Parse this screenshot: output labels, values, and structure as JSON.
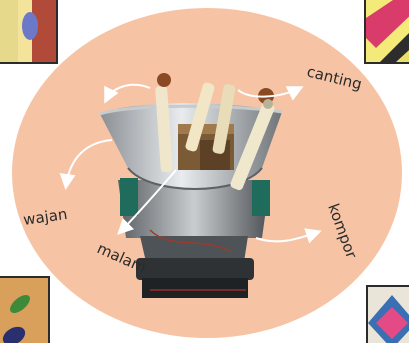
{
  "labels": {
    "canting": "canting",
    "wajan": "wajan",
    "malam": "malam",
    "kompor": "kompor"
  },
  "colors": {
    "ellipse": "#f6c4a4",
    "arrow": "#ffffff",
    "text": "#2a2a2a"
  }
}
